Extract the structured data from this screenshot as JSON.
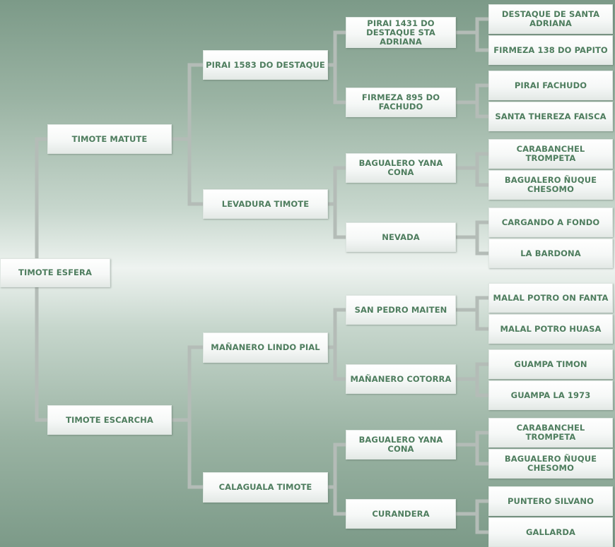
{
  "pedigree": {
    "subject": "TIMOTE ESFERA",
    "gen1": [
      "TIMOTE MATUTE",
      "TIMOTE ESCARCHA"
    ],
    "gen2": [
      "PIRAI 1583 DO DESTAQUE",
      "LEVADURA TIMOTE",
      "MAÑANERO LINDO PIAL",
      "CALAGUALA TIMOTE"
    ],
    "gen3": [
      "PIRAI 1431 DO DESTAQUE STA ADRIANA",
      "FIRMEZA 895 DO FACHUDO",
      "BAGUALERO YANA CONA",
      "NEVADA",
      "SAN PEDRO MAITEN",
      "MAÑANERO COTORRA",
      "BAGUALERO YANA CONA",
      "CURANDERA"
    ],
    "gen4": [
      "DESTAQUE DE SANTA ADRIANA",
      "FIRMEZA 138 DO PAPITO",
      "PIRAI FACHUDO",
      "SANTA THEREZA FAISCA",
      "CARABANCHEL TROMPETA",
      "BAGUALERO ÑUQUE CHESOMO",
      "CARGANDO A FONDO",
      "LA BARDONA",
      "MALAL POTRO ON FANTA",
      "MALAL POTRO HUASA",
      "GUAMPA TIMON",
      "GUAMPA LA 1973",
      "CARABANCHEL TROMPETA",
      "BAGUALERO ÑUQUE CHESOMO",
      "PUNTERO SILVANO",
      "GALLARDA"
    ]
  }
}
